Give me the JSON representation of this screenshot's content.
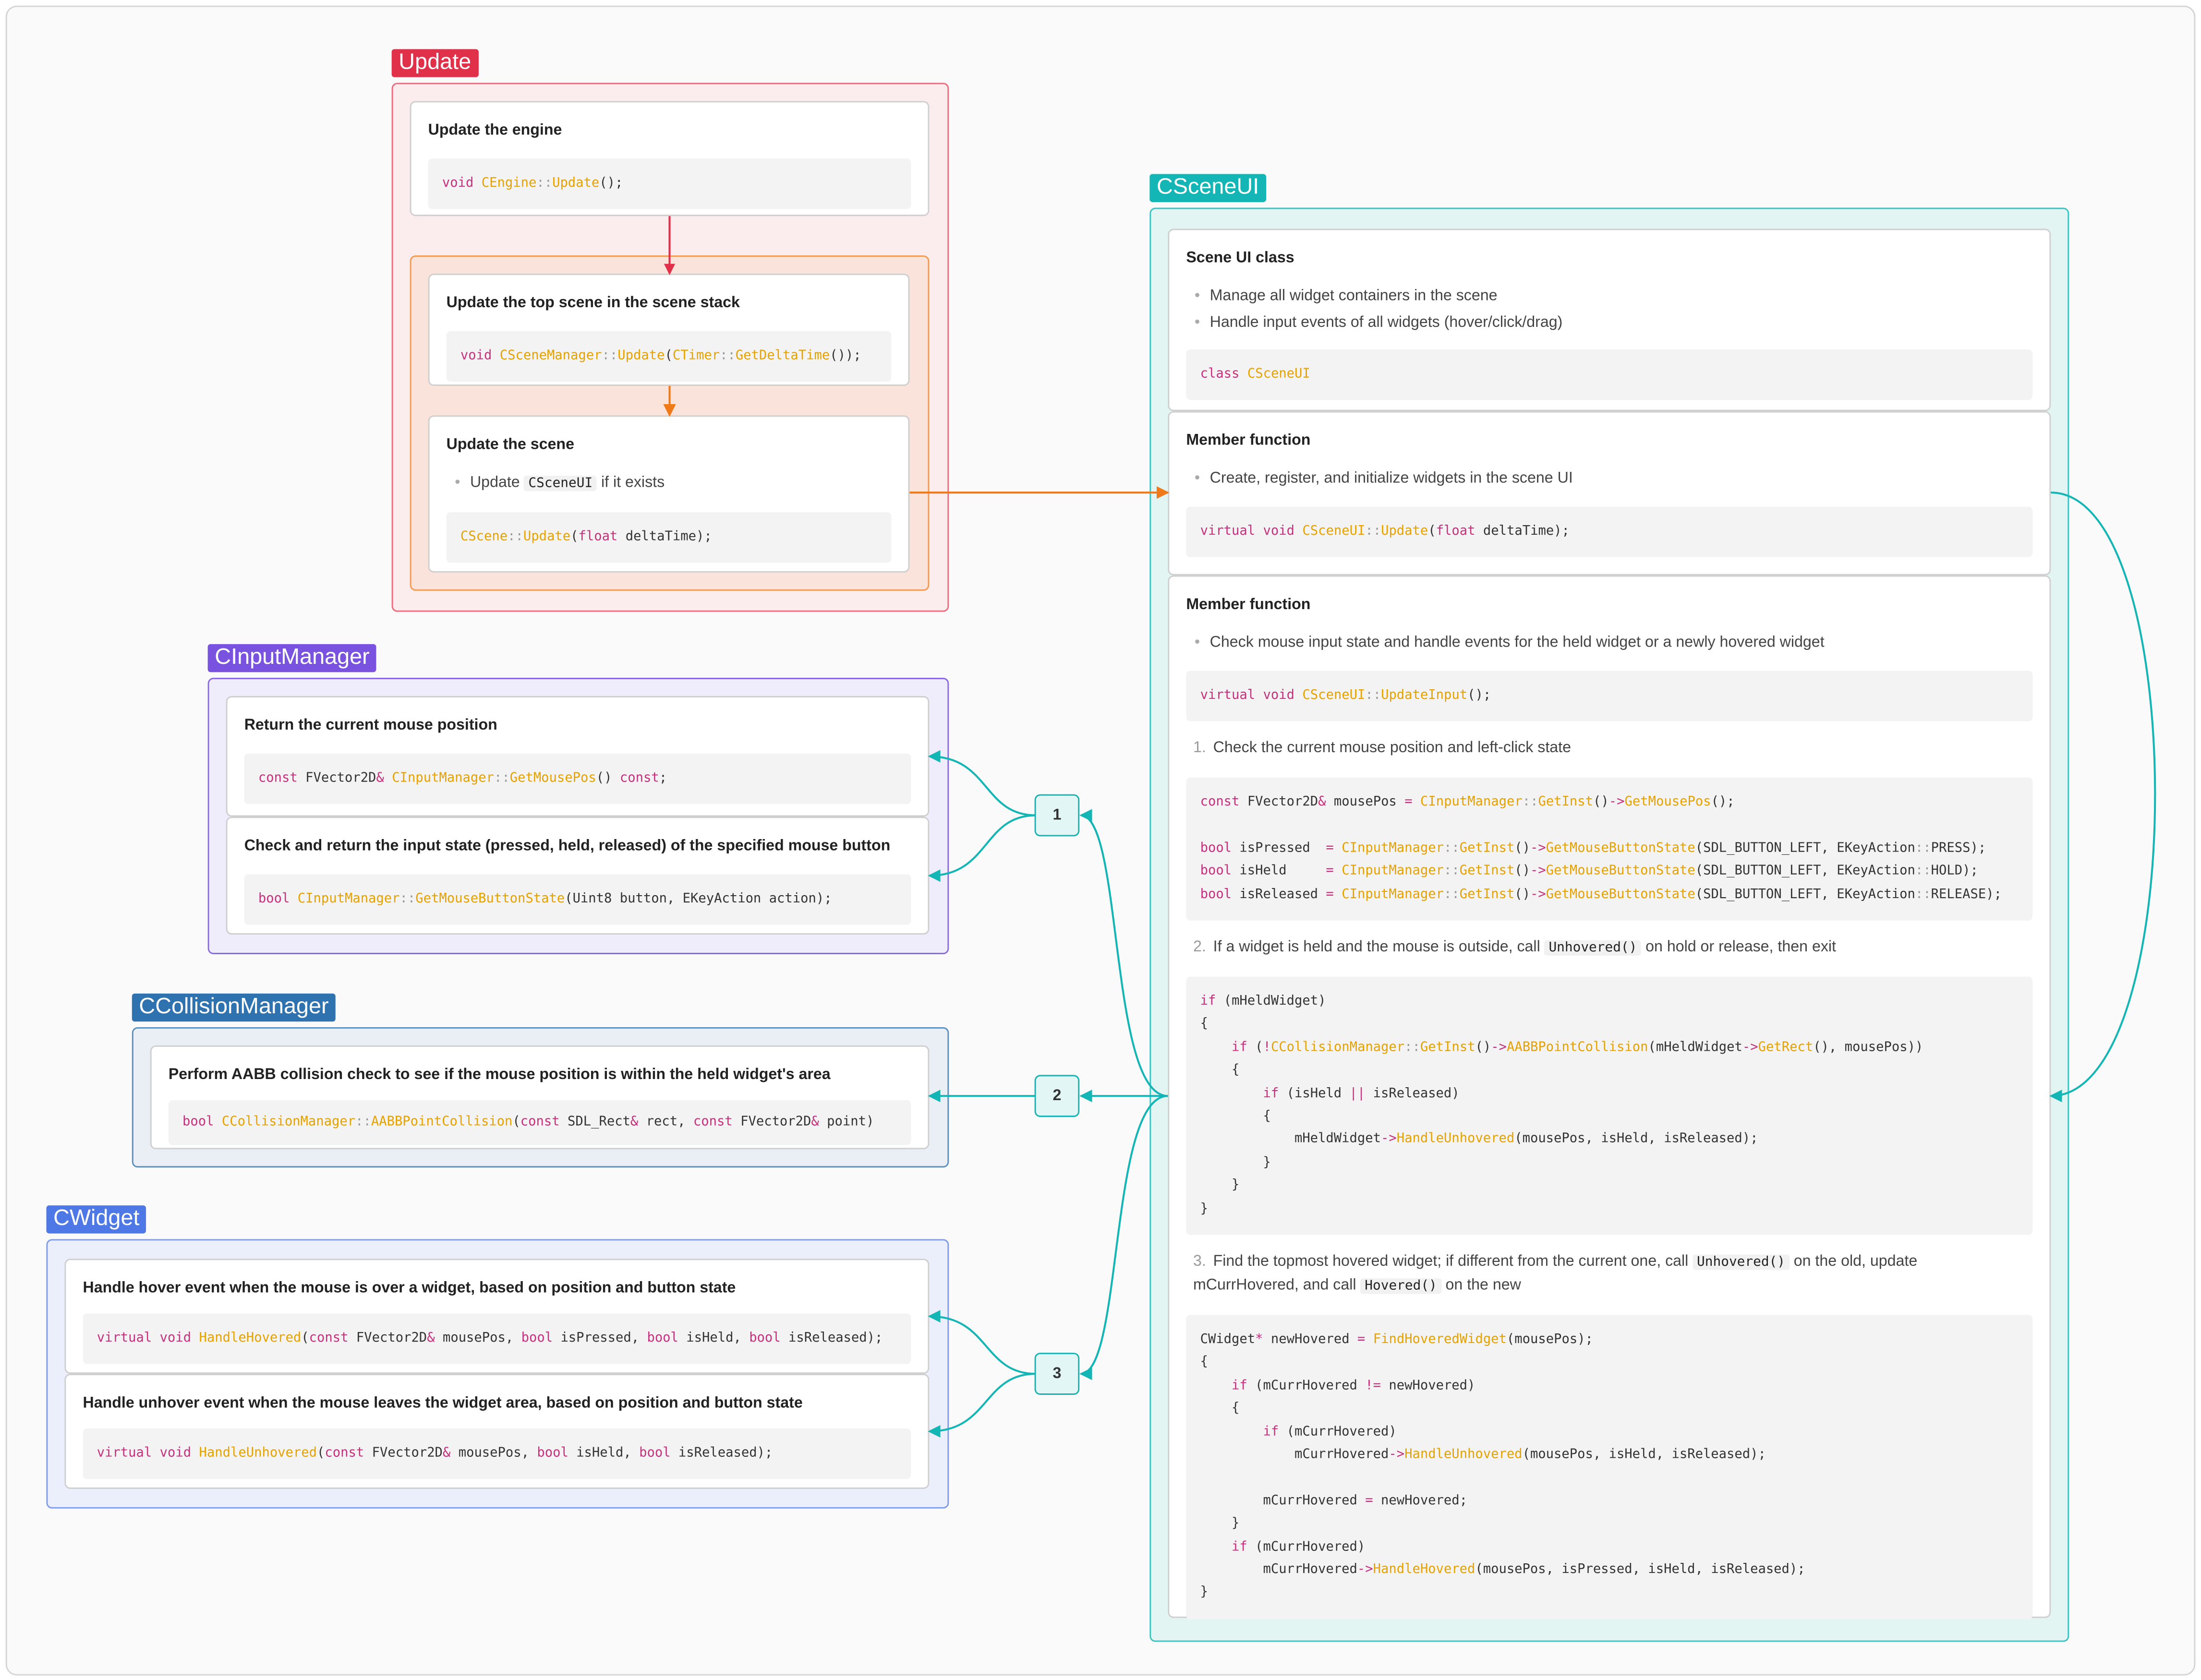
{
  "colors": {
    "update": "#e0304a",
    "scene_ui": "#14b5b5",
    "input": "#7a52e0",
    "collision": "#2f72b0",
    "widget": "#4d78e6",
    "orange": "#f07a1a"
  },
  "groups": {
    "update": {
      "label": "Update"
    },
    "scene_ui": {
      "label": "CSceneUI"
    },
    "input_manager": {
      "label": "CInputManager"
    },
    "collision_manager": {
      "label": "CCollisionManager"
    },
    "widget": {
      "label": "CWidget"
    }
  },
  "update": {
    "engine": {
      "title": "Update the engine"
    },
    "top_scene": {
      "title": "Update the top scene in the scene stack"
    },
    "scene": {
      "title": "Update the scene",
      "bullet_pre": "Update",
      "bullet_code": "CSceneUI",
      "bullet_post": "if it exists"
    }
  },
  "scene_ui": {
    "class_card": {
      "title": "Scene UI class",
      "bullets": [
        "Manage all widget containers in the scene",
        "Handle input events of all widgets (hover/click/drag)"
      ]
    },
    "member_update": {
      "title": "Member function",
      "bullets": [
        "Create, register, and initialize widgets in the scene UI"
      ]
    },
    "member_input": {
      "title": "Member function",
      "bullet": "Check mouse input state and handle events for the held widget or a newly hovered widget",
      "step1_num": "1.",
      "step1": "Check the current mouse position and left-click state",
      "step2_num": "2.",
      "step2_pre": "If a widget is held and the mouse is outside, call",
      "step2_code": "Unhovered()",
      "step2_post": "on hold or release, then exit",
      "step3_num": "3.",
      "step3_pre": "Find the topmost hovered widget; if different from the current one, call",
      "step3_code": "Unhovered()",
      "step3_mid": "on the old, update mCurrHovered, and call",
      "step3_code2": "Hovered()",
      "step3_post": "on the new"
    }
  },
  "input_manager": {
    "mouse_pos": {
      "title": "Return the current mouse position"
    },
    "mouse_button": {
      "title": "Check and return the input state (pressed, held, released) of the specified mouse button"
    }
  },
  "collision_manager": {
    "aabb": {
      "title": "Perform AABB collision check to see if the mouse position is within the held widget's area"
    }
  },
  "widget": {
    "hovered": {
      "title": "Handle hover event when the mouse is over a widget, based on position and button state"
    },
    "unhovered": {
      "title": "Handle unhover event when the mouse leaves the widget area, based on position and button state"
    }
  },
  "badges": [
    "1",
    "2",
    "3"
  ]
}
